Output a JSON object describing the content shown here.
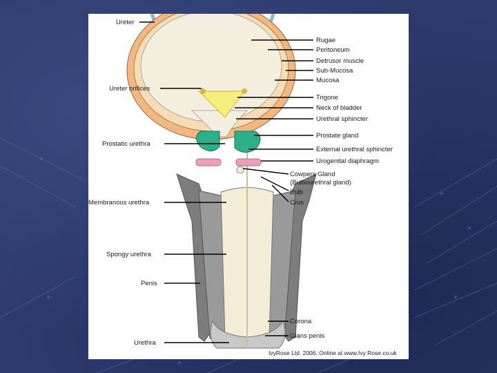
{
  "labels": {
    "ureter": "Ureter",
    "ureter_orifices": "Ureter orifices",
    "prostatic_urethra": "Prostatic urethra",
    "membranous_urethra": "Membranous urethra",
    "spongy_urethra": "Spongy urethra",
    "penis": "Penis",
    "urethra": "Urethra",
    "rugae": "Rugae",
    "peritoneum": "Peritoneum",
    "detrusor_muscle": "Detrusor muscle",
    "sub_mucosa": "Sub-Mucosa",
    "mucosa": "Mucosa",
    "trigone": "Trigone",
    "neck_of_bladder": "Neck of bladder",
    "urethral_sphincter": "Urethral sphincter",
    "prostate_gland": "Prostate gland",
    "external_urethral_sphincter": "External urethral sphincter",
    "urogenital_diaphragm": "Urogenital diaphragm",
    "cowpers_gland": "Cowpers Gland",
    "bulbourethral_gland": "(Bulbourethral gland)",
    "bulb": "Bulb",
    "crus": "Crus",
    "corona": "Corona",
    "glans_penis": "Glans penis"
  },
  "credit": "IvyRose Ltd. 2006, Online at www.Ivy Rose.co.uk",
  "colors": {
    "background": "#2e3a6e",
    "peritoneum": "#f2b880",
    "bladder_wall": "#f6dcb4",
    "lumen": "#f3eedd",
    "ureter": "#8fb4cc",
    "trigone": "#f6ee7a",
    "prostate": "#2bb08a",
    "diaphragm": "#ee9fb8",
    "erectile": "#7d7d7d",
    "spongy": "#f3ecd6",
    "glans": "#c8c8c8"
  }
}
